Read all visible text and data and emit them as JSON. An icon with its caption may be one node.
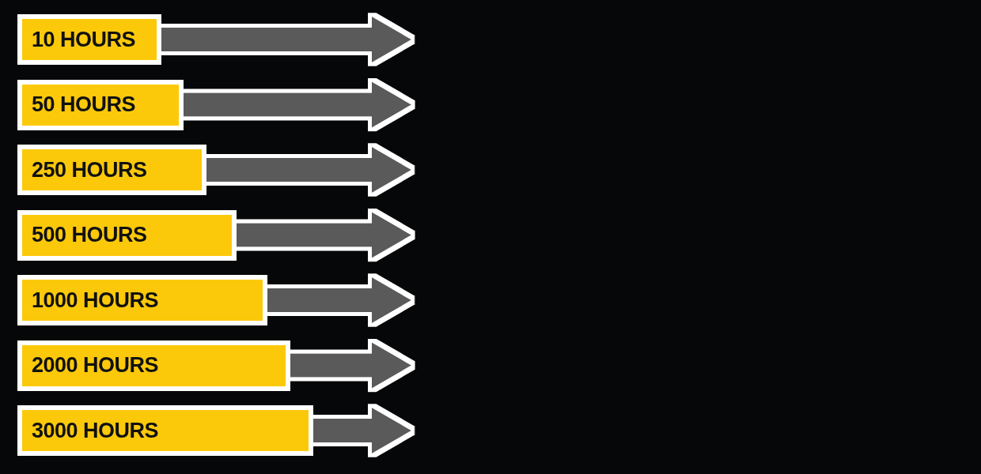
{
  "diagram": {
    "nodes": [
      {
        "text": [
          "10 HOURS"
        ]
      },
      {
        "text": [
          "50 HOURS"
        ]
      },
      {
        "text": [
          "250 HOURS"
        ]
      },
      {
        "text": [
          "500 HOURS"
        ]
      },
      {
        "text": [
          "1000 HOURS"
        ]
      },
      {
        "text": [
          "2000 HOURS"
        ]
      },
      {
        "text": [
          "3000 HOURS"
        ]
      }
    ],
    "edges": [
      {
        "from": 0,
        "to": null,
        "arrow": "to"
      },
      {
        "from": 1,
        "to": null,
        "arrow": "to"
      },
      {
        "from": 2,
        "to": null,
        "arrow": "to"
      },
      {
        "from": 3,
        "to": null,
        "arrow": "to"
      },
      {
        "from": 4,
        "to": null,
        "arrow": "to"
      },
      {
        "from": 5,
        "to": null,
        "arrow": "to"
      },
      {
        "from": 6,
        "to": null,
        "arrow": "to"
      }
    ]
  }
}
